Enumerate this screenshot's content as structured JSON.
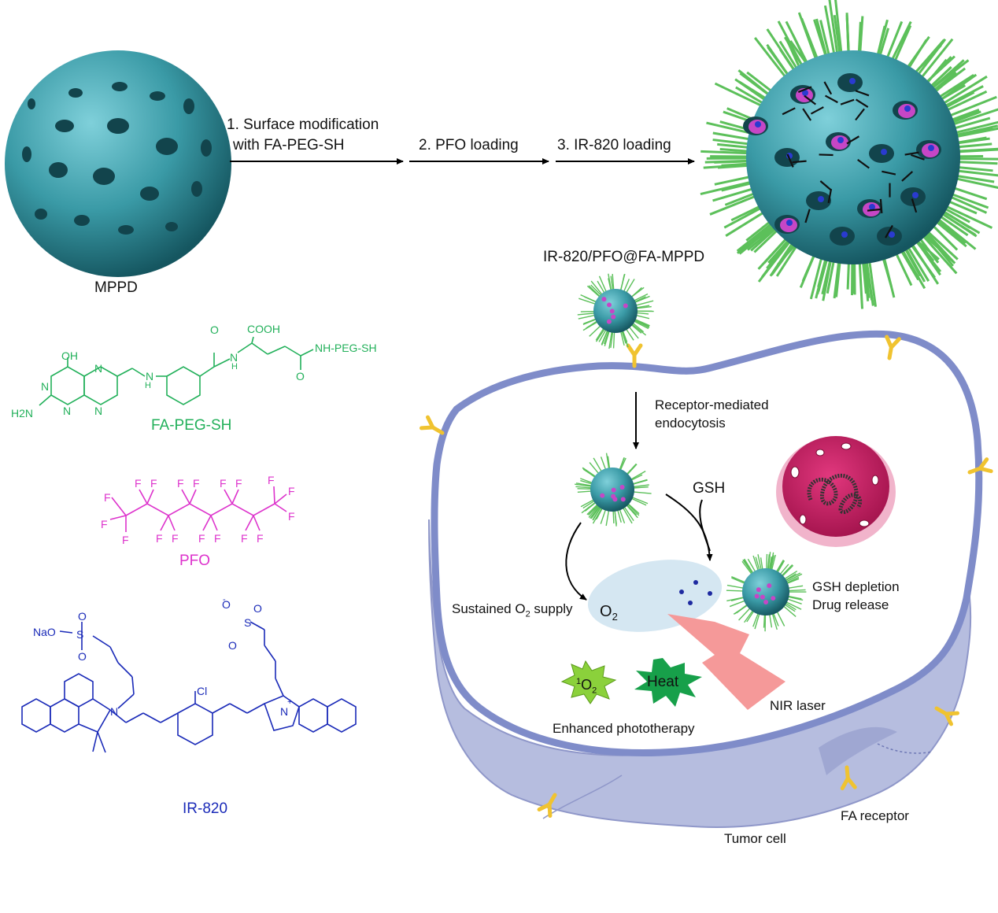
{
  "colors": {
    "sphere": "#3a9aa6",
    "sphere_dark": "#1c5f69",
    "pegs": "#5cc05a",
    "membrane": "#7f8cc9",
    "membrane_fill": "#b6bddf",
    "receptor": "#f0c330",
    "nucleus": "#c4185e",
    "o2_region": "#d5e7f2",
    "laser": "#f59999",
    "singlet_o2": "#8bd13b",
    "heat": "#17a04a",
    "fa_text": "#22b05a",
    "pfo_text": "#dd33cc",
    "ir820_text": "#1a2ab8"
  },
  "labels": {
    "mppd": "MPPD",
    "step1_line1": "1. Surface modification",
    "step1_line2": "with FA-PEG-SH",
    "step2": "2. PFO loading",
    "step3": "3. IR-820 loading",
    "product": "IR-820/PFO@FA-MPPD",
    "endocytosis_line1": "Receptor-mediated",
    "endocytosis_line2": "endocytosis",
    "gsh": "GSH",
    "o2_supply_prefix": "Sustained O",
    "o2_supply_sub": "2",
    "o2_supply_suffix": " supply",
    "o2_main": "O",
    "o2_main_sub": "2",
    "gsh_depletion": "GSH depletion",
    "drug_release": "Drug release",
    "singlet_sup": "1",
    "singlet_main": "O",
    "singlet_sub": "2",
    "heat": "Heat",
    "nir_laser": "NIR laser",
    "phototherapy": "Enhanced phototherapy",
    "fa_receptor": "FA receptor",
    "tumor_cell": "Tumor cell",
    "fa_peg_sh": "FA-PEG-SH",
    "pfo": "PFO",
    "ir820": "IR-820"
  },
  "chem": {
    "oh": "OH",
    "cooh": "COOH",
    "nh_peg_sh": "NH-PEG-SH",
    "h2n": "H2N",
    "n": "N",
    "h": "H",
    "o": "O",
    "f": "F",
    "nao": "NaO",
    "s": "S",
    "cl": "Cl",
    "minus": "-",
    "plus": "+"
  }
}
